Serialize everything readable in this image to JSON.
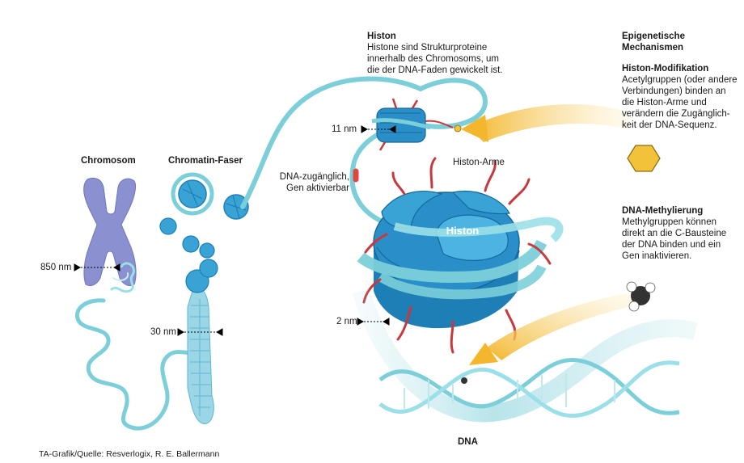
{
  "labels": {
    "chromosom": "Chromosom",
    "chromatin_faser": "Chromatin-Faser",
    "nm_850": "850 nm",
    "nm_30": "30 nm",
    "nm_11": "11 nm",
    "nm_2": "2 nm",
    "dna_zugaenglich_1": "DNA-zugänglich,",
    "dna_zugaenglich_2": "Gen aktivierbar",
    "histon_arme": "Histon-Arme",
    "histon_center": "Histon",
    "dna": "DNA",
    "source": "TA-Grafik/Quelle: Resverlogix, R. E. Ballermann"
  },
  "histon_block": {
    "title": "Histon",
    "lines": [
      "Histone sind Strukturproteine",
      "innerhalb des Chromosoms, um",
      "die der DNA-Faden gewickelt ist."
    ]
  },
  "epigenetic": {
    "title_1": "Epigenetische",
    "title_2": "Mechanismen",
    "modification_title": "Histon-Modifikation",
    "modification_lines": [
      "Acetylgruppen (oder andere",
      "Verbindungen) binden an",
      "die Histon-Arme und",
      "verändern die Zugänglich-",
      "keit der DNA-Sequenz."
    ],
    "methylation_title": "DNA-Methylierung",
    "methylation_lines": [
      "Methylgruppen können",
      "direkt an die C-Bausteine",
      "der DNA binden und ein",
      "Gen inaktivieren."
    ]
  },
  "colors": {
    "histone_blue": "#2a8fc9",
    "dna_cyan": "#7ccfd9",
    "arm_red": "#c8383c",
    "chromosome_purple": "#7f86c9",
    "arrow_yellow": "#f2c23a"
  }
}
